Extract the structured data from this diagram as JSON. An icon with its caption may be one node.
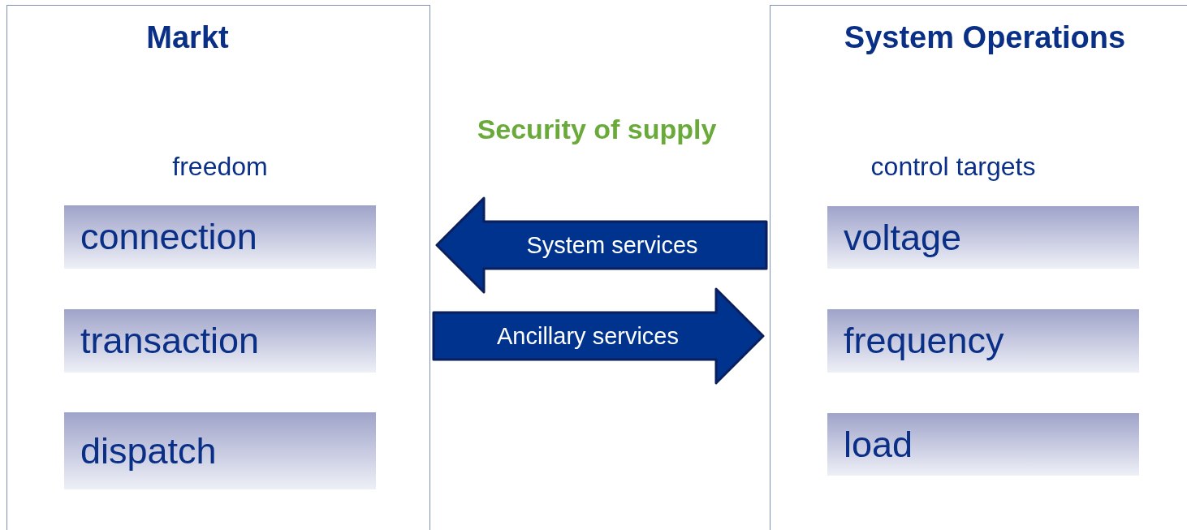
{
  "diagram": {
    "nodes": [
      {
        "text": [
          "Markt",
          "freedom"
        ]
      },
      {
        "text": [
          "connection"
        ],
        "in": 0
      },
      {
        "text": [
          "transaction"
        ],
        "in": 0
      },
      {
        "text": [
          "dispatch"
        ],
        "in": 0
      },
      {
        "text": [
          "System Operations",
          "control targets"
        ]
      },
      {
        "text": [
          "voltage"
        ],
        "in": 4
      },
      {
        "text": [
          "frequency"
        ],
        "in": 4
      },
      {
        "text": [
          "load"
        ],
        "in": 4
      }
    ],
    "edges": [
      {
        "from": 4,
        "to": 0,
        "arrow": "to",
        "label": "System services",
        "style": "thick"
      },
      {
        "from": 0,
        "to": 4,
        "arrow": "to",
        "label": "Ancillary services",
        "style": "thick"
      }
    ],
    "labels": [
      "Security of supply"
    ]
  }
}
